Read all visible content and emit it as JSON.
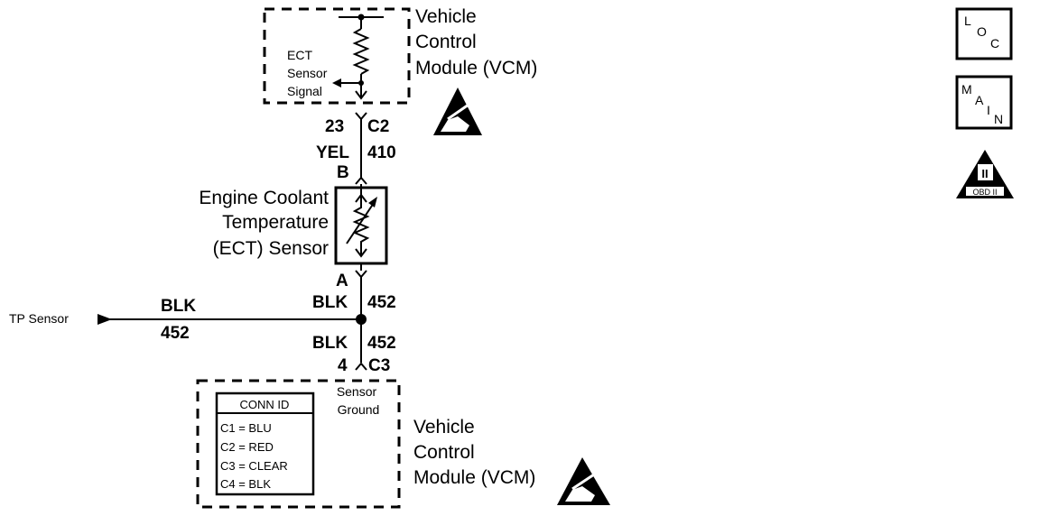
{
  "upper_module": {
    "label_line1": "Vehicle",
    "label_line2": "Control",
    "label_line3": "Module (VCM)",
    "signal_line1": "ECT",
    "signal_line2": "Sensor",
    "signal_line3": "Signal"
  },
  "upper_connector": {
    "pin": "23",
    "id": "C2"
  },
  "wire_upper": {
    "color": "YEL",
    "circuit": "410"
  },
  "sensor": {
    "pin_top": "B",
    "pin_bottom": "A",
    "label_line1": "Engine Coolant",
    "label_line2": "Temperature",
    "label_line3": "(ECT) Sensor"
  },
  "wire_mid": {
    "color": "BLK",
    "circuit": "452"
  },
  "branch": {
    "destination": "TP Sensor",
    "color": "BLK",
    "circuit": "452"
  },
  "wire_lower": {
    "color": "BLK",
    "circuit": "452"
  },
  "lower_connector": {
    "pin": "4",
    "id": "C3"
  },
  "lower_module": {
    "label_line1": "Vehicle",
    "label_line2": "Control",
    "label_line3": "Module (VCM)",
    "ground_line1": "Sensor",
    "ground_line2": "Ground",
    "conn_table": {
      "title": "CONN ID",
      "rows": [
        "C1 = BLU",
        "C2 = RED",
        "C3 = CLEAR",
        "C4 = BLK"
      ]
    }
  },
  "side_icons": {
    "loc": [
      "L",
      "O",
      "C"
    ],
    "main": [
      "M",
      "A",
      "I",
      "N"
    ],
    "obd_numeral": "II",
    "obd_label": "OBD II"
  }
}
